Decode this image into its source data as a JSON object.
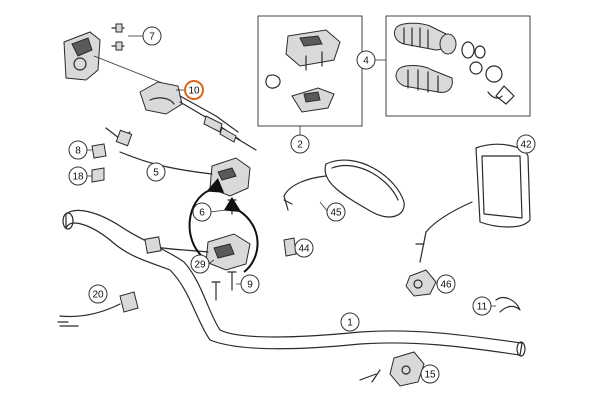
{
  "callouts": {
    "c1": "1",
    "c2": "2",
    "c4": "4",
    "c5": "5",
    "c6": "6",
    "c7": "7",
    "c8": "8",
    "c9": "9",
    "c10": "10",
    "c11": "11",
    "c15": "15",
    "c18": "18",
    "c20": "20",
    "c29": "29",
    "c42": "42",
    "c44": "44",
    "c45": "45",
    "c46": "46"
  },
  "colors": {
    "highlight_ring": "#e0661b",
    "callout_ring": "#333333"
  }
}
